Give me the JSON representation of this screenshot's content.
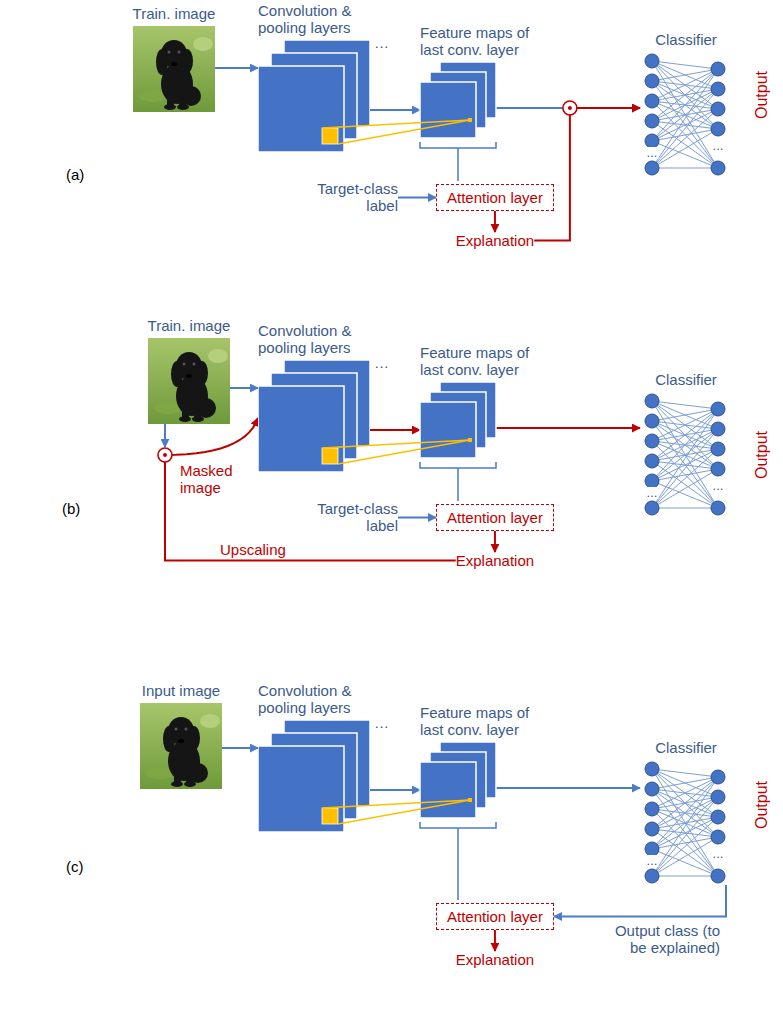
{
  "diagram": {
    "nodes": [
      {
        "text": [
          "Train. image"
        ]
      },
      {
        "text": [
          "Convolution & pooling layers"
        ]
      },
      {
        "text": [
          "Feature maps of last conv. layer"
        ]
      },
      {
        "text": [
          "Classifier"
        ]
      },
      {
        "text": [
          "Target-class label"
        ]
      },
      {
        "text": [
          "Attention layer"
        ]
      },
      {
        "text": [
          "Explanation"
        ]
      },
      {
        "text": [
          "Train. image"
        ]
      },
      {
        "text": [
          "Convolution & pooling layers"
        ]
      },
      {
        "text": [
          "Feature maps of last conv. layer"
        ]
      },
      {
        "text": [
          "Classifier"
        ]
      },
      {
        "text": [
          "Target-class label"
        ]
      },
      {
        "text": [
          "Attention layer"
        ]
      },
      {
        "text": [
          "Explanation"
        ]
      },
      {
        "text": [
          "Input image"
        ]
      },
      {
        "text": [
          "Convolution & pooling layers"
        ]
      },
      {
        "text": [
          "Feature maps of last conv. layer"
        ]
      },
      {
        "text": [
          "Classifier"
        ]
      },
      {
        "text": [
          "Attention layer"
        ]
      },
      {
        "text": [
          "Explanation"
        ]
      }
    ],
    "edges": [
      {
        "from": 0,
        "to": 1,
        "arrow": "to"
      },
      {
        "from": 1,
        "to": 2,
        "arrow": "to"
      },
      {
        "from": 2,
        "to": 3,
        "arrow": "to"
      },
      {
        "from": 4,
        "to": 5,
        "arrow": "to"
      },
      {
        "from": 5,
        "to": 6,
        "arrow": "to"
      },
      {
        "from": 6,
        "to": 3,
        "arrow": "to"
      },
      {
        "from": 7,
        "to": 8,
        "arrow": "to"
      },
      {
        "from": 8,
        "to": 9,
        "arrow": "to"
      },
      {
        "from": 9,
        "to": 10,
        "arrow": "to"
      },
      {
        "from": 11,
        "to": 12,
        "arrow": "to"
      },
      {
        "from": 12,
        "to": 13,
        "arrow": "to"
      },
      {
        "from": 13,
        "to": 8,
        "label": "Upscaling",
        "arrow": "to"
      },
      {
        "from": 14,
        "to": 15,
        "arrow": "to"
      },
      {
        "from": 15,
        "to": 16,
        "arrow": "to"
      },
      {
        "from": 16,
        "to": 17,
        "arrow": "to"
      },
      {
        "from": 17,
        "to": 18,
        "label": "Output class (to be explained)",
        "arrow": "to"
      },
      {
        "from": 18,
        "to": 19,
        "arrow": "to"
      }
    ],
    "labels": [
      "(a)",
      "…",
      "...",
      "...",
      "Output",
      "(b)",
      "…",
      "...",
      "...",
      "Masked image",
      "Output",
      "(c)",
      "…",
      "...",
      "...",
      "Output"
    ]
  }
}
